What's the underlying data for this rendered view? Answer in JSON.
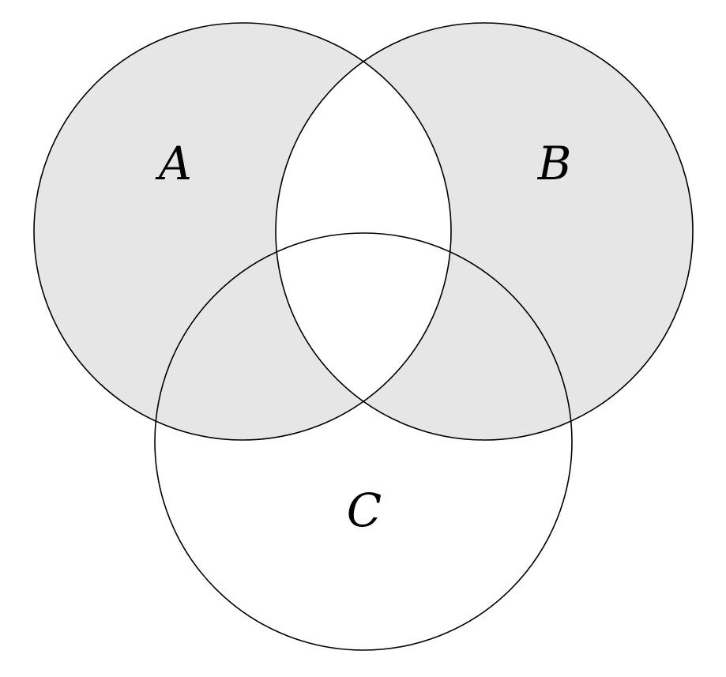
{
  "diagram": {
    "type": "venn-diagram-3-sets",
    "background": "#ffffff",
    "outline_color": "#000000",
    "shaded_fill": "#e6e6e6",
    "sets": {
      "a": {
        "label": "A",
        "shaded": true
      },
      "b": {
        "label": "B",
        "shaded": true
      },
      "c": {
        "label": "C",
        "shaded": false
      }
    },
    "shaded_region": "symmetric difference (A ∪ B) minus (A ∩ B)"
  }
}
